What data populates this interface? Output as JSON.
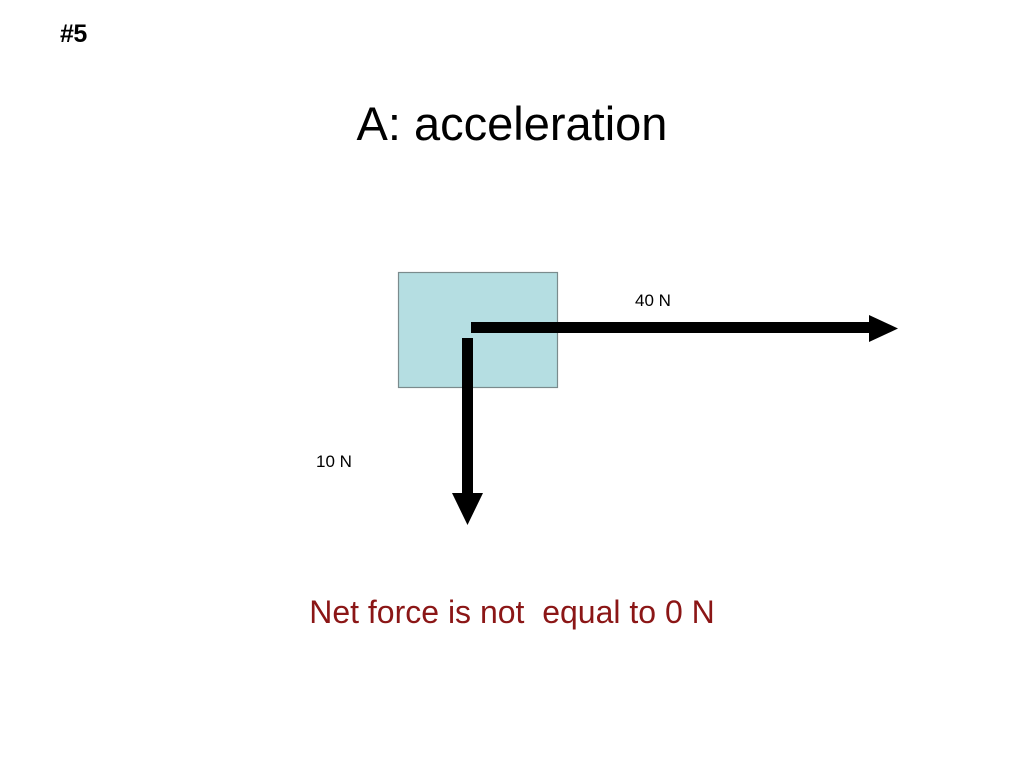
{
  "slide": {
    "number_label": "#5",
    "title": "A: acceleration",
    "conclusion_text": "Net force is not  equal to 0 N",
    "conclusion_color": "#8B1616",
    "background_color": "#ffffff"
  },
  "diagram": {
    "block": {
      "name": "block",
      "fill_color": "#b5dee2",
      "stroke_color": "#7b8b8d"
    },
    "forces": [
      {
        "label": "40 N",
        "magnitude": 40,
        "unit": "N",
        "direction": "right",
        "color": "#000000"
      },
      {
        "label": "10 N",
        "magnitude": 10,
        "unit": "N",
        "direction": "down",
        "color": "#000000"
      }
    ]
  }
}
